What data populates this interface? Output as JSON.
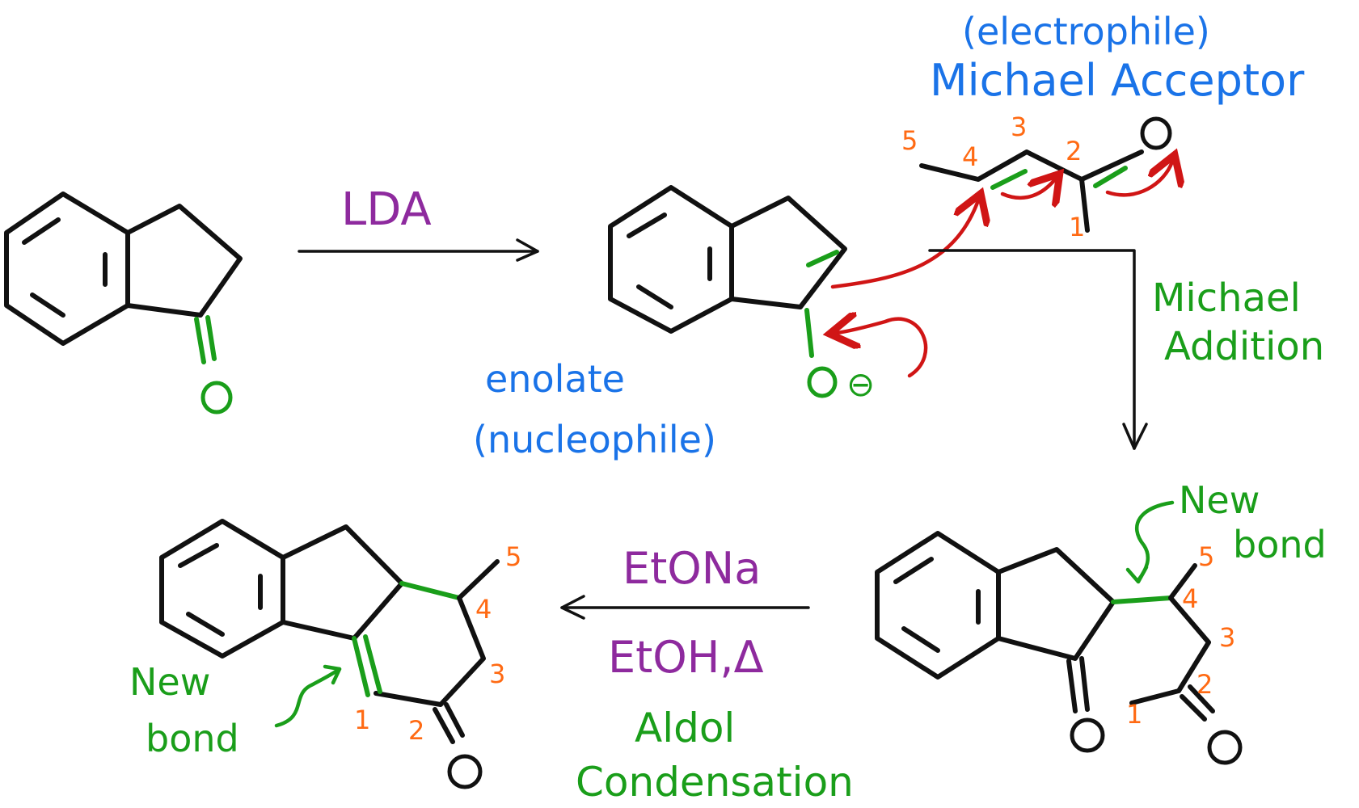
{
  "colors": {
    "black": "#111111",
    "green": "#1a9e1a",
    "blue": "#1a73e8",
    "purple": "#8e2a9e",
    "orange": "#ff6a13",
    "red": "#d01515"
  },
  "labels": {
    "electrophile": "(electrophile)",
    "michael_acceptor": "Michael Acceptor",
    "lda": "LDA",
    "enolate": "enolate",
    "nucleophile": "(nucleophile)",
    "michael": "Michael",
    "addition": "Addition",
    "etona": "EtONa",
    "etoh_heat": "EtOH,Δ",
    "aldol": "Aldol",
    "condensation": "Condensation",
    "new": "New",
    "bond": "bond",
    "oxygen": "O",
    "charge": "⊖"
  },
  "numbers": [
    "1",
    "2",
    "3",
    "4",
    "5"
  ]
}
